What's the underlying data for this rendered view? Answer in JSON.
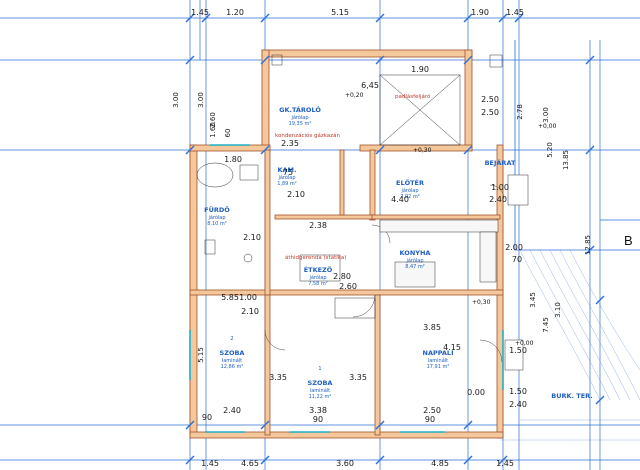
{
  "top_dims": [
    "1.45",
    "1.20",
    "5.15",
    "1.90",
    "1.45"
  ],
  "bottom_dims": [
    "1.45",
    "4.65",
    "3.60",
    "4.85",
    "1.45"
  ],
  "left_labels": [
    "3.00",
    "2.60",
    "1.60",
    "60",
    "5.15",
    "3.00"
  ],
  "right_labels": [
    "2.78",
    "3.00",
    "5.20",
    "13.85",
    "12.85",
    "7.45",
    "3.45",
    "3.10"
  ],
  "rooms": [
    {
      "name": "GK.TÁROLÓ",
      "floor": "járólap",
      "area": "19,35 m²"
    },
    {
      "name": "KAM.",
      "floor": "járólap",
      "area": "1,89 m²"
    },
    {
      "name": "FÜRDŐ",
      "floor": "járólap",
      "area": "8,10 m²"
    },
    {
      "name": "ELŐTÉR",
      "floor": "járólap",
      "area": "7,92 m²"
    },
    {
      "name": "KONYHA",
      "floor": "járólap",
      "area": "8,47 m²"
    },
    {
      "name": "ÉTKEZŐ",
      "floor": "járólap",
      "area": "7,58 m²"
    },
    {
      "name": "SZOBA",
      "floor": "laminált",
      "area": "12,86 m²"
    },
    {
      "name": "SZOBA",
      "floor": "laminált",
      "area": "11,22 m²"
    },
    {
      "name": "NAPPALI",
      "floor": "laminált",
      "area": "17,91 m²"
    },
    {
      "name": "BEJÁRAT",
      "floor": "",
      "area": ""
    },
    {
      "name": "BURK. TER.",
      "floor": "",
      "area": ""
    }
  ],
  "room_numbers": [
    "2",
    "1"
  ],
  "notes": {
    "attic": "padlásfeljáró",
    "boiler": "kondenzációs gázkazán",
    "beam": "áthidgerenda (statika)",
    "big_letter": "B"
  },
  "levels": [
    "+0,20",
    "+0,30",
    "+0,00",
    "+0,30",
    "+0,00"
  ],
  "inner_dims": [
    "6,45",
    "1.90",
    "2.50",
    "2.50",
    "1.80",
    "2.35",
    "75",
    "2.10",
    "2.10",
    "2.38",
    "1.00",
    "4.40",
    "2.40",
    "2.80",
    "2.60",
    "2.00",
    "70",
    "5.85",
    "1.00",
    "2.10",
    "3.85",
    "4.15",
    "1.50",
    "1.50",
    "2.40",
    "3.35",
    "3.35",
    "2.40",
    "3.38",
    "2.50",
    "0.00",
    "90",
    "90",
    "90"
  ]
}
